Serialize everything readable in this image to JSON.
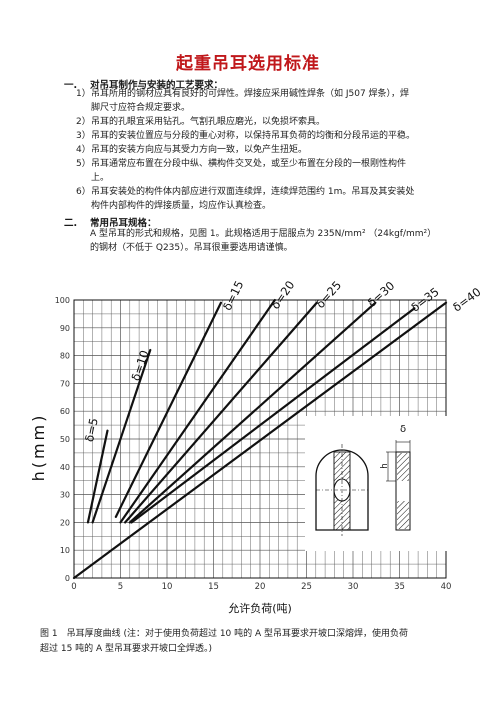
{
  "title": "起重吊耳选用标准",
  "section1": {
    "num": "一.",
    "heading": "对吊耳制作与安装的工艺要求：",
    "items": [
      {
        "num": "1）",
        "lines": [
          "吊耳所用的钢材应具有良好的可焊性。焊接应采用碱性焊条（如 J507 焊条），焊",
          "脚尺寸应符合规定要求。"
        ]
      },
      {
        "num": "2）",
        "lines": [
          "吊耳的孔眼宜采用钻孔。气割孔眼应磨光，以免损坏索具。"
        ]
      },
      {
        "num": "3）",
        "lines": [
          "吊耳的安装位置应与分段的重心对称，以保持吊耳负荷的均衡和分段吊运的平稳。"
        ]
      },
      {
        "num": "4）",
        "lines": [
          "吊耳的安装方向应与其受力方向一致，以免产生扭矩。"
        ]
      },
      {
        "num": "5）",
        "lines": [
          "吊耳通常应布置在分段中纵、横构件交叉处，或至少布置在分段的一根刚性构件",
          "上。"
        ]
      },
      {
        "num": "6）",
        "lines": [
          "吊耳安装处的构件体内部应进行双面连续焊，连续焊范围约 1m。吊耳及其安装处",
          "构件内部构件的焊接质量，均应作认真检查。"
        ]
      }
    ]
  },
  "section2": {
    "num": "二.",
    "heading": "常用吊耳规格：",
    "para_lines": [
      "A 型吊耳的形式和规格，见图 1。此规格适用于屈服点为 235N/mm² （24kgf/mm²）",
      "的钢材（不低于 Q235）。吊耳很重要选用请谨慎。"
    ]
  },
  "chart_data": {
    "type": "line",
    "xlabel": "允许负荷(吨)",
    "ylabel": "h(mm)",
    "xlim": [
      0,
      40
    ],
    "ylim": [
      0,
      100
    ],
    "xticks": [
      0,
      5,
      10,
      15,
      20,
      25,
      30,
      35,
      40
    ],
    "yticks": [
      0,
      10,
      20,
      30,
      40,
      50,
      60,
      70,
      80,
      90,
      100
    ],
    "grid": true,
    "series": [
      {
        "name": "δ=5",
        "points": [
          [
            1.5,
            20
          ],
          [
            3.6,
            53
          ]
        ],
        "label_at": [
          2.3,
          53
        ]
      },
      {
        "name": "δ=10",
        "points": [
          [
            2,
            20
          ],
          [
            8.2,
            82
          ]
        ],
        "label_at": [
          7.5,
          76
        ]
      },
      {
        "name": "δ=15",
        "points": [
          [
            4.5,
            22
          ],
          [
            15.8,
            99
          ]
        ],
        "label_at": [
          17.5,
          101
        ]
      },
      {
        "name": "δ=20",
        "points": [
          [
            5,
            20
          ],
          [
            21.6,
            100
          ]
        ],
        "label_at": [
          22.8,
          101
        ]
      },
      {
        "name": "δ=25",
        "points": [
          [
            5.5,
            20
          ],
          [
            26.1,
            99
          ]
        ],
        "label_at": [
          27.7,
          101
        ]
      },
      {
        "name": "δ=30",
        "points": [
          [
            6,
            20
          ],
          [
            32.4,
            99
          ]
        ],
        "label_at": [
          33.3,
          101
        ]
      },
      {
        "name": "δ=35",
        "points": [
          [
            6.2,
            20
          ],
          [
            36.6,
            97
          ]
        ],
        "label_at": [
          38,
          99
        ]
      },
      {
        "name": "δ=40",
        "points": [
          [
            0,
            0
          ],
          [
            40,
            99
          ]
        ],
        "label_at": [
          42.5,
          99
        ]
      }
    ],
    "inset_labels": {
      "delta": "δ",
      "h": "h"
    }
  },
  "caption_lines": [
    "图 1　吊耳厚度曲线 (注：对于使用负荷超过 10 吨的 A 型吊耳要求开坡口深熔焊，使用负荷",
    "超过 15 吨的 A 型吊耳要求开坡口全焊透。)"
  ],
  "colors": {
    "title": "#c0181b",
    "ink": "#1a1a1a"
  }
}
